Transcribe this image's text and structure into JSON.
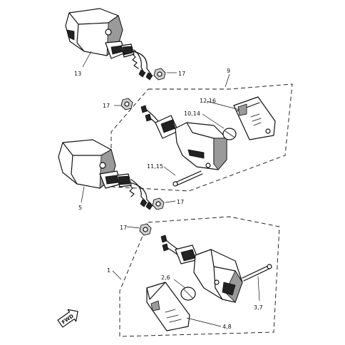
{
  "callouts": {
    "c13": "13",
    "c17a": "17",
    "c9": "9",
    "c12_16": "12,16",
    "c10_14": "10,14",
    "c17b": "17",
    "c11_15": "11,15",
    "c5": "5",
    "c17c": "17",
    "c17d": "17",
    "c1": "1",
    "c2_6": "2,6",
    "c3_7": "3,7",
    "c4_8": "4,8"
  },
  "fwd_marker": {
    "label": "FWD",
    "icon": "forward-arrow-icon"
  }
}
